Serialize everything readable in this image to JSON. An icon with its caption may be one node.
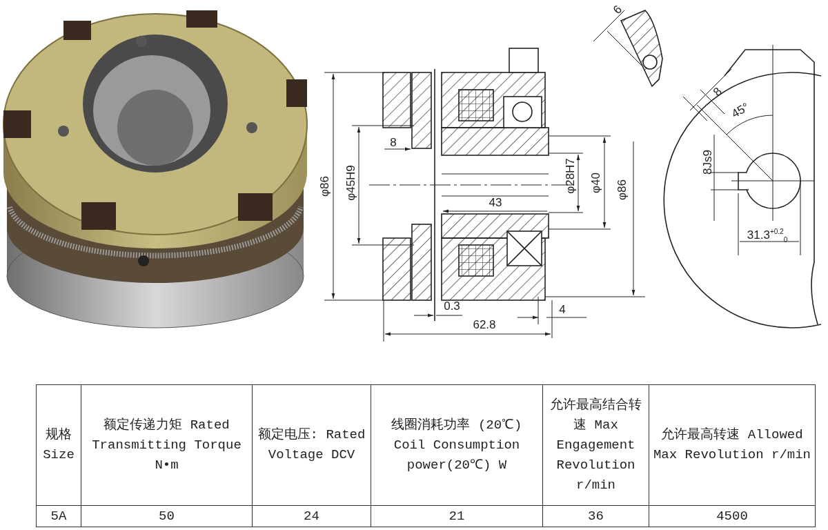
{
  "diagram": {
    "labels": [
      "6",
      "8",
      "45°",
      "8",
      "8Js9",
      "φ86",
      "φ45H9",
      "φ28H7",
      "φ40",
      "φ86",
      "43",
      "31.3$^{+0.2}$$_{0}$",
      "0.3",
      "4",
      "62.8",
      "规格 Size",
      "额定传递力矩 Rated Transmitting Torque N•m",
      "额定电压: Rated Voltage DCV",
      "线圈消耗功率 (20℃) Coil Consumption power(20℃) W",
      "允许最高结合转速 Max Engagement Revolution r/min",
      "允许最高转速 Allowed Max Revolution r/min",
      "5A",
      "50",
      "24",
      "21",
      "36",
      "4500"
    ]
  }
}
